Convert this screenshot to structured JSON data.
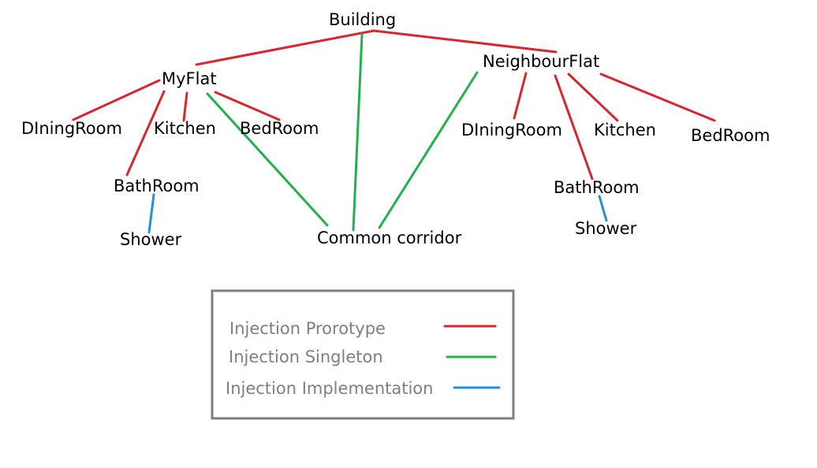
{
  "colors": {
    "prototype": "#d9262e",
    "singleton": "#22b14c",
    "implementation": "#1c94d6",
    "legend_border": "#7f7f7f",
    "legend_text": "#7f7f7f",
    "node_text": "#000000"
  },
  "nodes": {
    "building": "Building",
    "myflat": "MyFlat",
    "neighbourflat": "NeighbourFlat",
    "my_dining": "DIningRoom",
    "my_kitchen": "Kitchen",
    "my_bedroom": "BedRoom",
    "my_bathroom": "BathRoom",
    "my_shower": "Shower",
    "corridor": "Common corridor",
    "nb_dining": "DIningRoom",
    "nb_kitchen": "Kitchen",
    "nb_bedroom": "BedRoom",
    "nb_bathroom": "BathRoom",
    "nb_shower": "Shower"
  },
  "edges": [
    {
      "from": "building",
      "to": "myflat",
      "type": "prototype"
    },
    {
      "from": "building",
      "to": "neighbourflat",
      "type": "prototype"
    },
    {
      "from": "building",
      "to": "corridor",
      "type": "singleton"
    },
    {
      "from": "myflat",
      "to": "my_dining",
      "type": "prototype"
    },
    {
      "from": "myflat",
      "to": "my_kitchen",
      "type": "prototype"
    },
    {
      "from": "myflat",
      "to": "my_bedroom",
      "type": "prototype"
    },
    {
      "from": "myflat",
      "to": "my_bathroom",
      "type": "prototype"
    },
    {
      "from": "my_bathroom",
      "to": "my_shower",
      "type": "implementation"
    },
    {
      "from": "myflat",
      "to": "corridor",
      "type": "singleton"
    },
    {
      "from": "neighbourflat",
      "to": "corridor",
      "type": "singleton"
    },
    {
      "from": "neighbourflat",
      "to": "nb_dining",
      "type": "prototype"
    },
    {
      "from": "neighbourflat",
      "to": "nb_kitchen",
      "type": "prototype"
    },
    {
      "from": "neighbourflat",
      "to": "nb_bedroom",
      "type": "prototype"
    },
    {
      "from": "neighbourflat",
      "to": "nb_bathroom",
      "type": "prototype"
    },
    {
      "from": "nb_bathroom",
      "to": "nb_shower",
      "type": "implementation"
    }
  ],
  "legend": {
    "prototype_label": "Injection Prorotype",
    "singleton_label": "Injection Singleton",
    "implementation_label": "Injection Implementation"
  }
}
